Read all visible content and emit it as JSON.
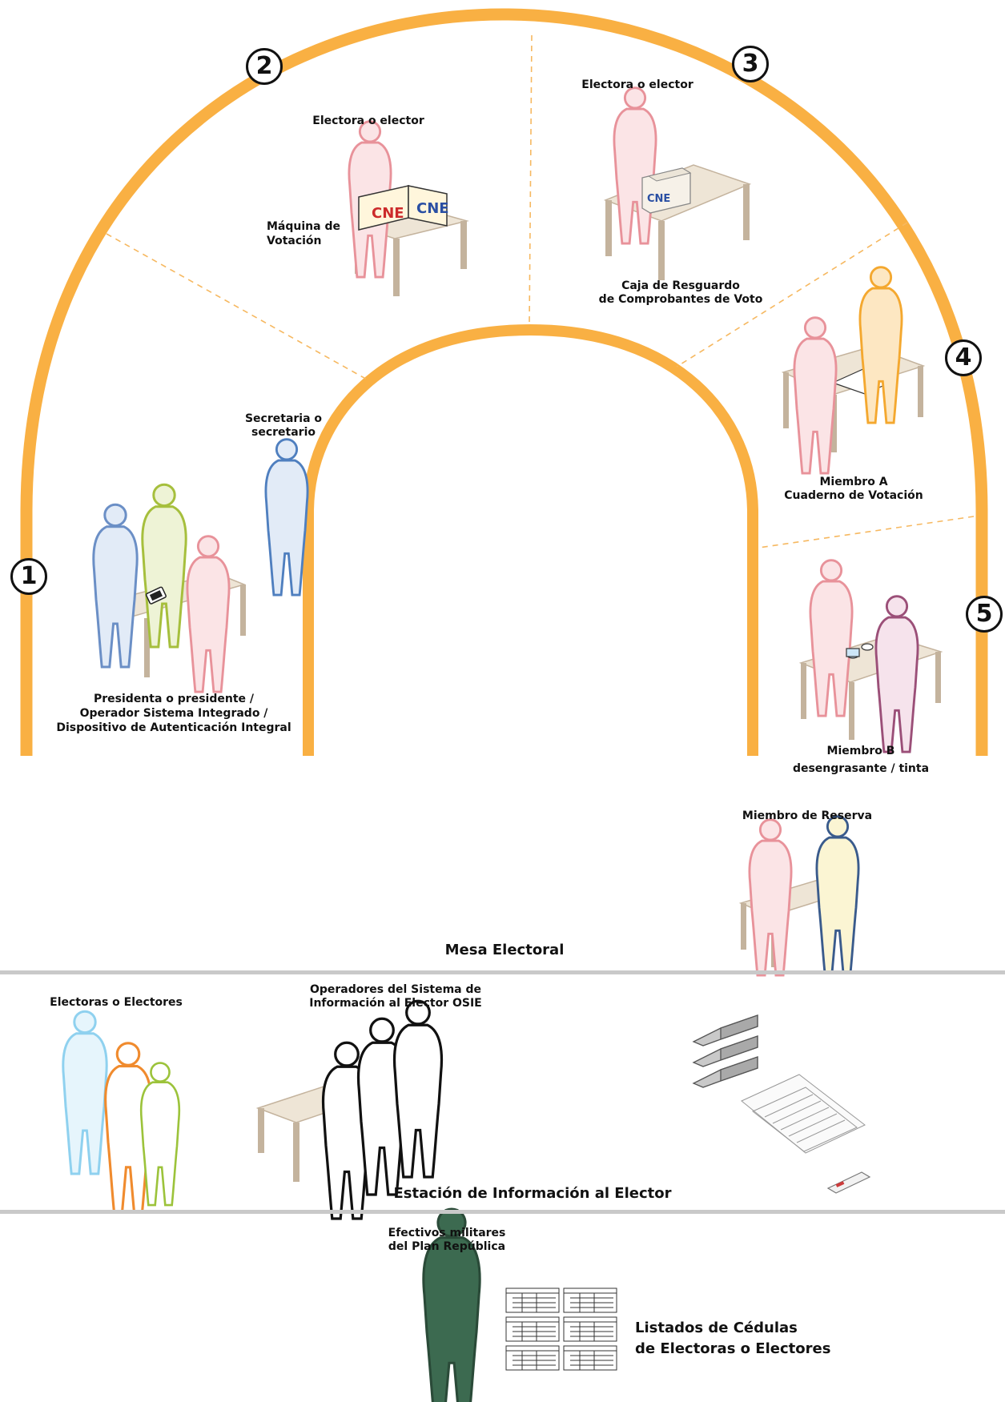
{
  "stations": {
    "s1": {
      "number": "1",
      "label_lines": [
        "Presidenta o presidente /",
        "Operador Sistema Integrado /",
        "Dispositivo de Autenticación Integral"
      ]
    },
    "s2": {
      "number": "2",
      "role": "Electora o elector",
      "object_lines": [
        "Máquina de",
        "Votación"
      ]
    },
    "s3": {
      "number": "3",
      "role": "Electora o elector",
      "object_lines": [
        "Caja de Resguardo",
        "de Comprobantes de Voto"
      ]
    },
    "s4": {
      "number": "4",
      "label_lines": [
        "Miembro A",
        "Cuaderno de Votación"
      ]
    },
    "s5": {
      "number": "5",
      "label_lines": [
        "Miembro B",
        "desengrasante / tinta"
      ]
    },
    "secretary": {
      "label_lines": [
        "Secretaria o",
        "secretario"
      ]
    },
    "reserve": {
      "label": "Miembro de Reserva"
    }
  },
  "sections": {
    "mesa": "Mesa Electoral",
    "estacion": "Estación de Información al Elector"
  },
  "info_station": {
    "voters_label": "Electoras o Electores",
    "operators_lines": [
      "Operadores del Sistema de",
      "Información al Elector OSIE"
    ]
  },
  "military": {
    "label_lines": [
      "Efectivos militares",
      "del Plan República"
    ],
    "lists_lines": [
      "Listados de Cédulas",
      "de Electoras o Electores"
    ]
  },
  "colors": {
    "arch": "#f9b043",
    "dash": "#f6b860",
    "table_top": "#eee5d6",
    "table_leg": "#c4b39d",
    "separator": "#c9c9c9",
    "voter_pink": "#f4b9bd",
    "secretary_blue": "#4f7fbf",
    "president_blue": "#6b8fc6",
    "operator_green": "#a6bf3d",
    "member_orange": "#f4a82f",
    "member_purple": "#9b4f78",
    "reserve_yellow": "#f7ecaa",
    "military_green": "#3c6a50",
    "voter_lightblue": "#8fd1ef",
    "voter_orange": "#f08b2e",
    "voter_lime": "#9cc33b"
  },
  "icons": [
    "person-icon",
    "table-icon",
    "voting-machine-icon",
    "ballot-box-icon",
    "ink-icon",
    "fingerprint-device-icon",
    "paper-trays-icon",
    "printed-list-icon",
    "card-icon"
  ]
}
